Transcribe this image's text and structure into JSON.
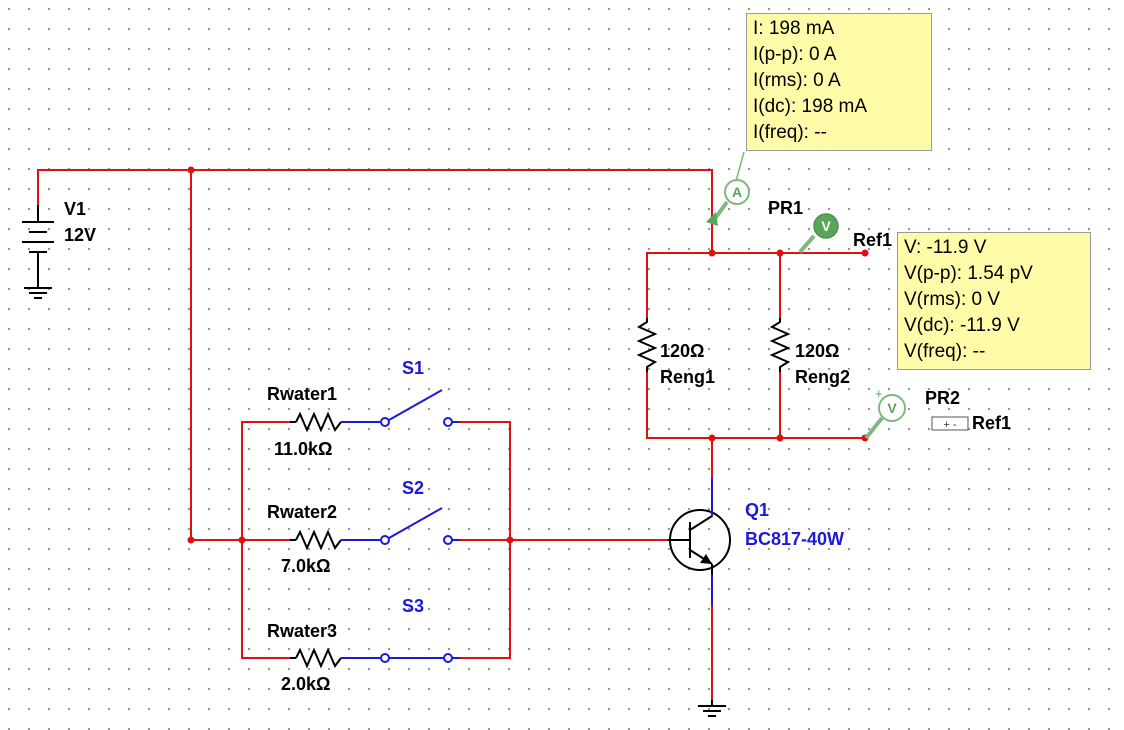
{
  "components": {
    "v1": {
      "name": "V1",
      "value": "12V"
    },
    "s1": {
      "name": "S1"
    },
    "s2": {
      "name": "S2"
    },
    "s3": {
      "name": "S3"
    },
    "rwater1": {
      "name": "Rwater1",
      "value": "11.0kΩ"
    },
    "rwater2": {
      "name": "Rwater2",
      "value": "7.0kΩ"
    },
    "rwater3": {
      "name": "Rwater3",
      "value": "2.0kΩ"
    },
    "reng1": {
      "name": "Reng1",
      "value": "120Ω"
    },
    "reng2": {
      "name": "Reng2",
      "value": "120Ω"
    },
    "q1": {
      "name": "Q1",
      "model": "BC817-40W"
    },
    "pr1": {
      "name": "PR1",
      "ref": "Ref1",
      "ammeter_symbol": "A",
      "voltmeter_symbol": "V"
    },
    "pr2": {
      "name": "PR2",
      "ref": "Ref1",
      "voltmeter_symbol": "V",
      "plus_sign": "+",
      "ref_box": "+ -"
    }
  },
  "current_probe": {
    "lines": [
      "I: 198 mA",
      "I(p-p): 0 A",
      "I(rms): 0 A",
      "I(dc): 198 mA",
      "I(freq): --"
    ]
  },
  "voltage_probe": {
    "lines": [
      "V: -11.9 V",
      "V(p-p): 1.54 pV",
      "V(rms): 0 V",
      "V(dc): -11.9 V",
      "V(freq): --"
    ]
  },
  "colors": {
    "wire": "#e01010",
    "component_blue": "#1a1ad8",
    "tooltip_bg": "#fffba8",
    "probe_green": "#5aa55a"
  }
}
